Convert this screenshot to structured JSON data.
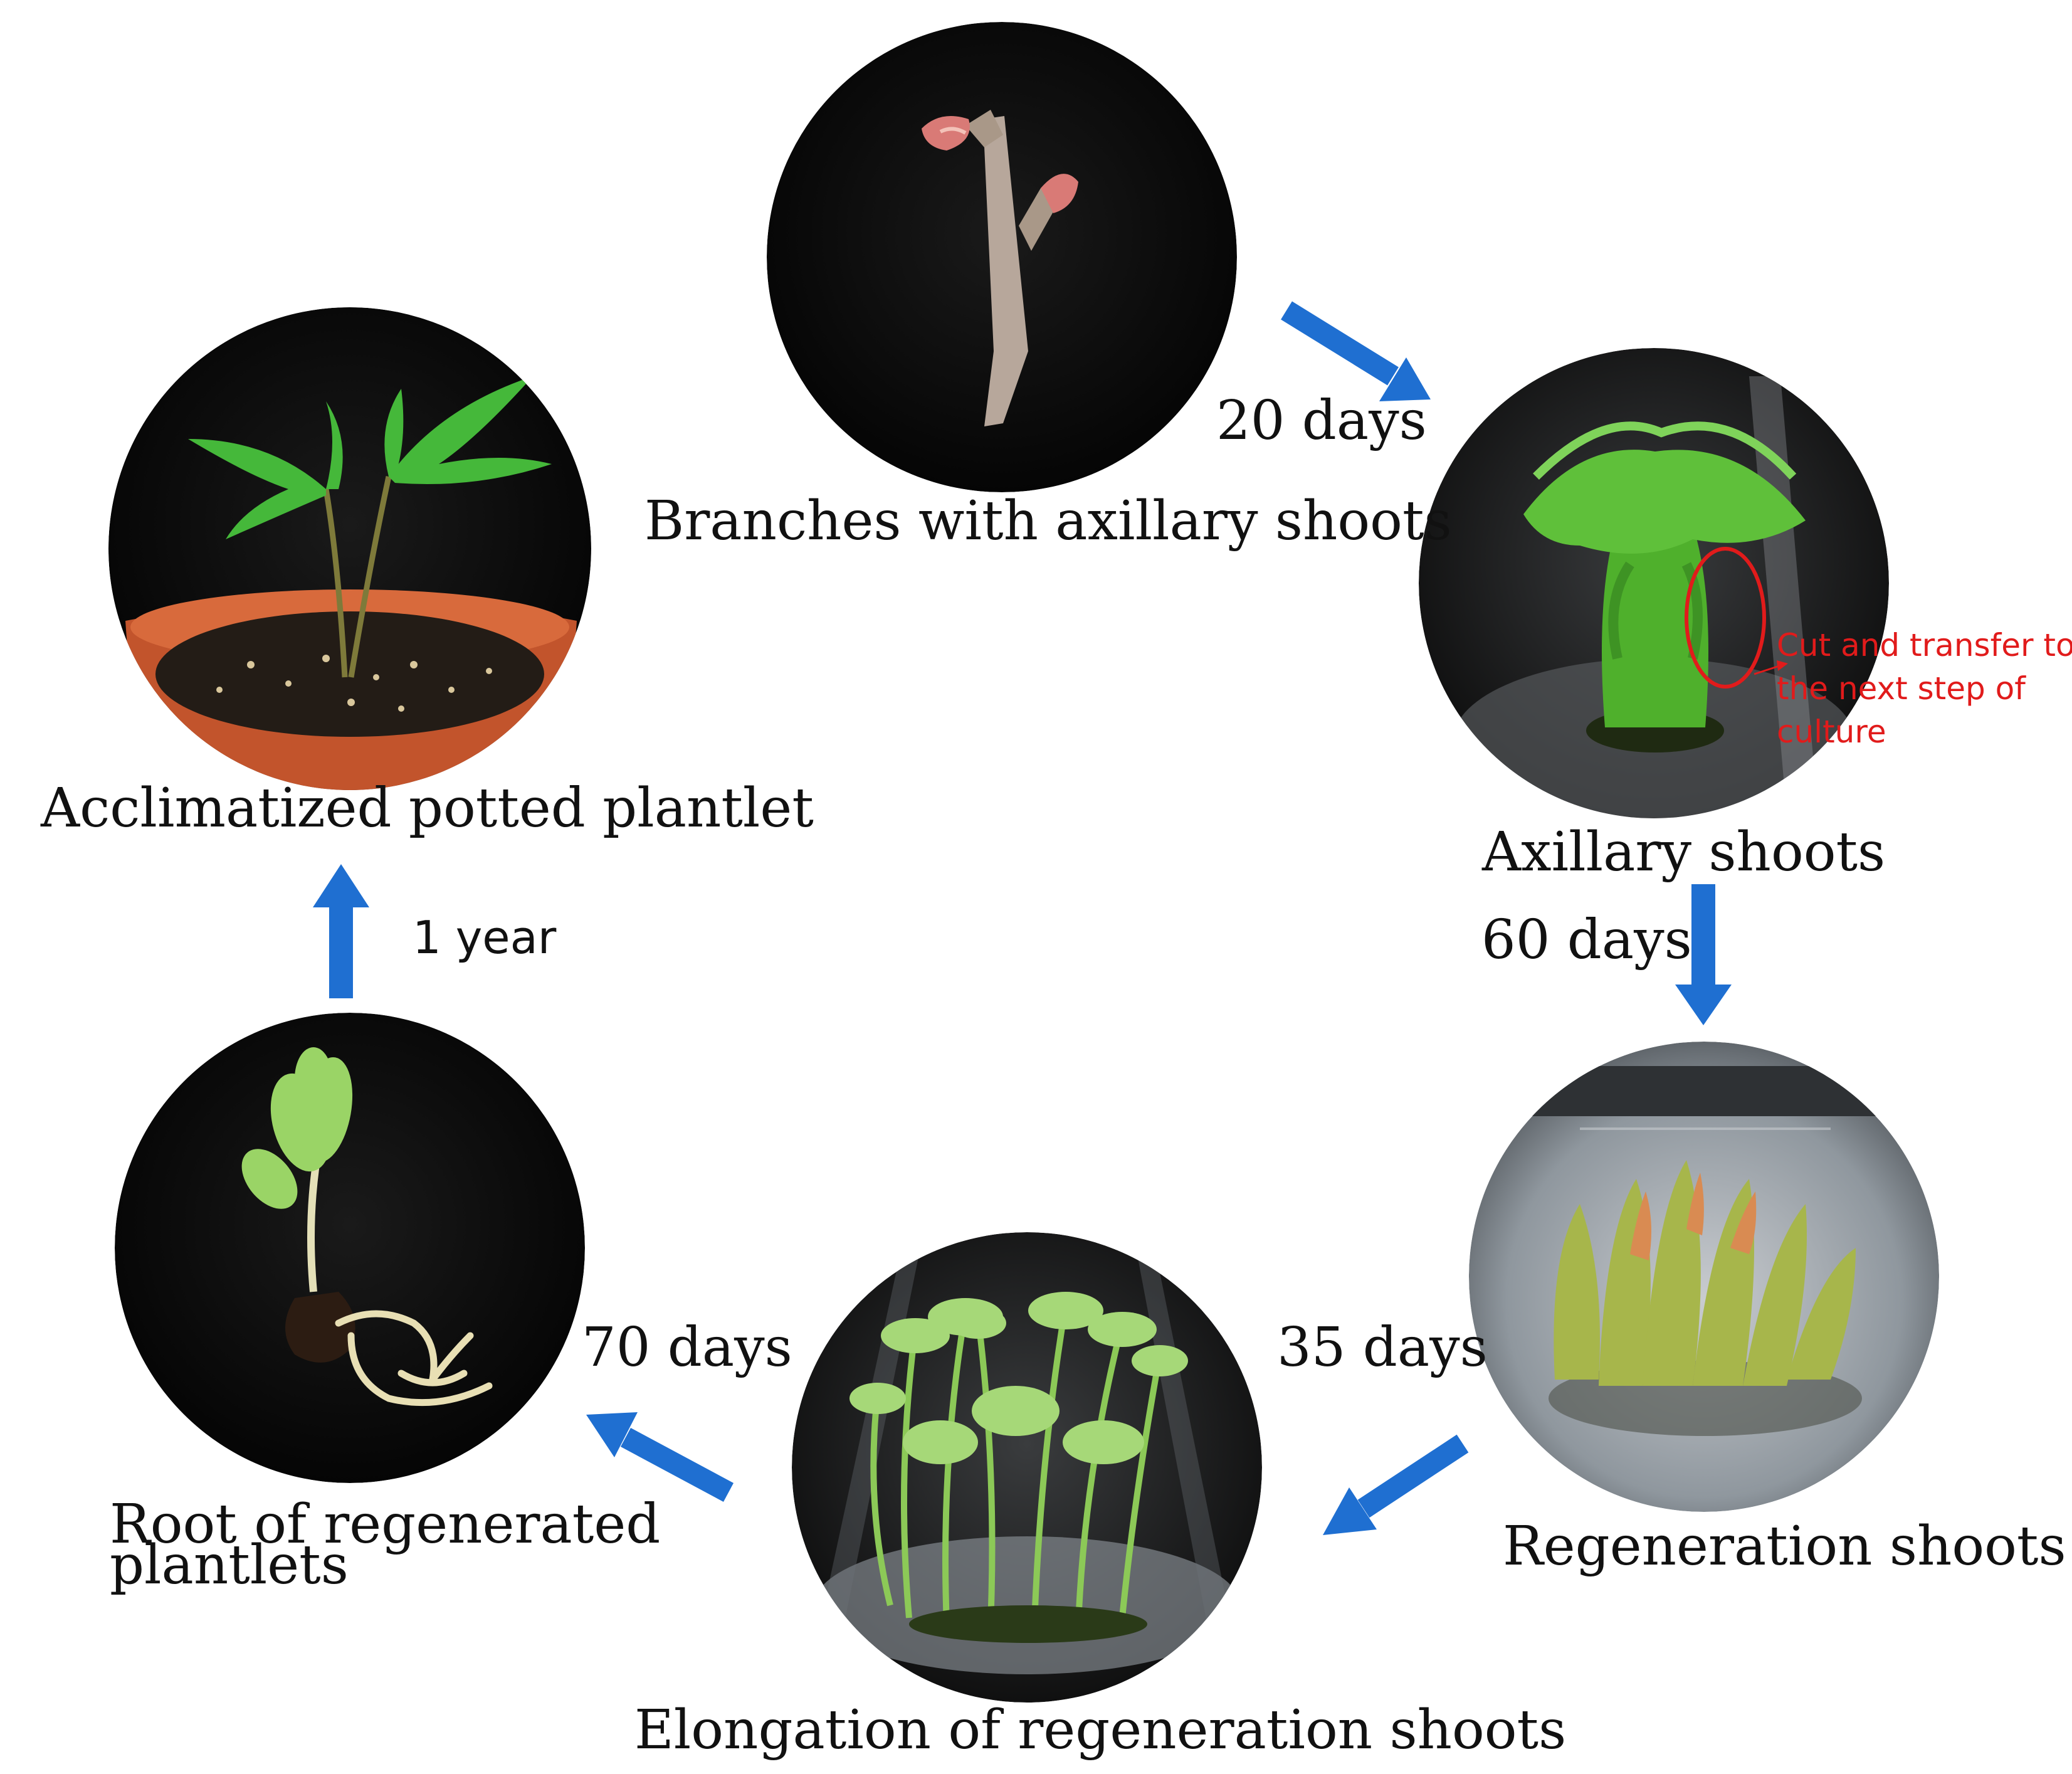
{
  "stages": [
    {
      "id": "branches",
      "label": "Branches with axillary shoots"
    },
    {
      "id": "axillary",
      "label": "Axillary shoots"
    },
    {
      "id": "regeneration",
      "label": "Regeneration shoots"
    },
    {
      "id": "elongation",
      "label": "Elongation of regeneration shoots"
    },
    {
      "id": "root",
      "label_line1": "Root  of  regenerated",
      "label_line2": "plantlets"
    },
    {
      "id": "potted",
      "label": "Acclimatized potted plantlet"
    }
  ],
  "durations": {
    "branches_to_axillary": "20 days",
    "axillary_to_regeneration": "60 days",
    "regeneration_to_elongation": "35 days",
    "elongation_to_root": "70 days",
    "root_to_potted": "1 year"
  },
  "annotation": {
    "line1": "Cut and transfer to",
    "line2": "the next step of",
    "line3": "culture"
  },
  "colors": {
    "arrow": "#1f6fd1",
    "annotation": "#e11b1b",
    "photo_background": "#0a0a0a",
    "agar": "#9aa3ab",
    "shoot_green": "#4cae2e"
  }
}
